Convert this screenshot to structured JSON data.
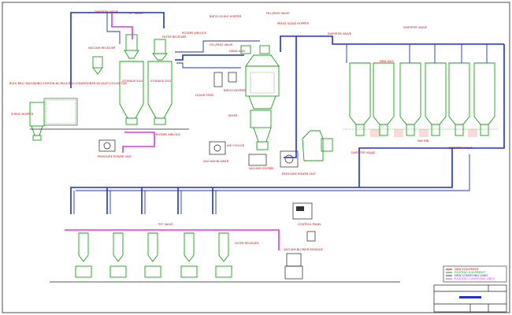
{
  "labels": {
    "diverter_valve_top": "DIVERTER VALVE",
    "ff_valve_top": "\"FF\" VALVE",
    "filter_receiver_top": "FILTER RECEIVER",
    "vacuum_receiver": "VACUUM RECEIVER",
    "rotary_airlock_top": "ROTARY AIRLOCK",
    "batch_scale_hopper": "BATCH SCALE HOPPER",
    "fill_pass_valve": "FILL/PASS VALVE",
    "fill_pass_valve_2": "FILL/PASS VALVE",
    "press_scale_hopper": "PRESS SCALE HOPPER",
    "hand_add": "HAND ADD",
    "bulk_unloading": "BULK BAG UNLOADING STATION W/ BULK BAG CONDITIONER W/ DUST COLLECTOR",
    "surge_hopper": "SURGE HOPPER",
    "vacuum_system": "VACUUM SYSTEM",
    "storage_silo_1": "STORAGE SILO",
    "storage_silo_2": "STORAGE SILO",
    "rotary_airlock_mid": "ROTARY AIRLOCK",
    "batch_hopper": "BATCH HOPPER",
    "liquid_feed": "LIQUID FEED",
    "mixer": "MIXER",
    "vacuum_blower": "VACUUM BLOWER",
    "pressure_power_unit_1": "PRESSURE POWER UNIT",
    "air_cooler": "AIR COOLER",
    "pressure_power_unit_2": "PRESSURE POWER UNIT",
    "diverter_valve_right": "DIVERTER VALVE",
    "diverter_valve_right2": "DIVERTER VALVE",
    "new_silo": "NEW SILO",
    "day_bin": "DAY BIN",
    "diverter_valve_low": "DIVERTER VALVE",
    "diverter_valve_low2": "DIVERTER VALVE",
    "ff_valve_bottom": "\"FF\" VALVE",
    "filter_receiver_bottom": "FILTER RECEIVER",
    "control_panel": "CONTROL PANEL",
    "vacuum_blower_bottom": "VACUUM BLOWER PACKAGE"
  },
  "legend": {
    "items": [
      {
        "text": "NEW EQUIPMENT",
        "color": "#e00000"
      },
      {
        "text": "EXISTING EQUIPMENT",
        "color": "#1aa21a"
      },
      {
        "text": "NEW CONVEYING LINES",
        "color": "#1f2fd8"
      },
      {
        "text": "EXISTING CONVEYING LINES",
        "color": "#e03ce0"
      }
    ]
  },
  "title_block": {
    "company": "",
    "sheet": "",
    "drawing_no": ""
  },
  "colors": {
    "new_line": "#1f2fd8",
    "existing_line": "#e03ce0",
    "equipment": "#1aa21a",
    "label": "#e00000"
  }
}
